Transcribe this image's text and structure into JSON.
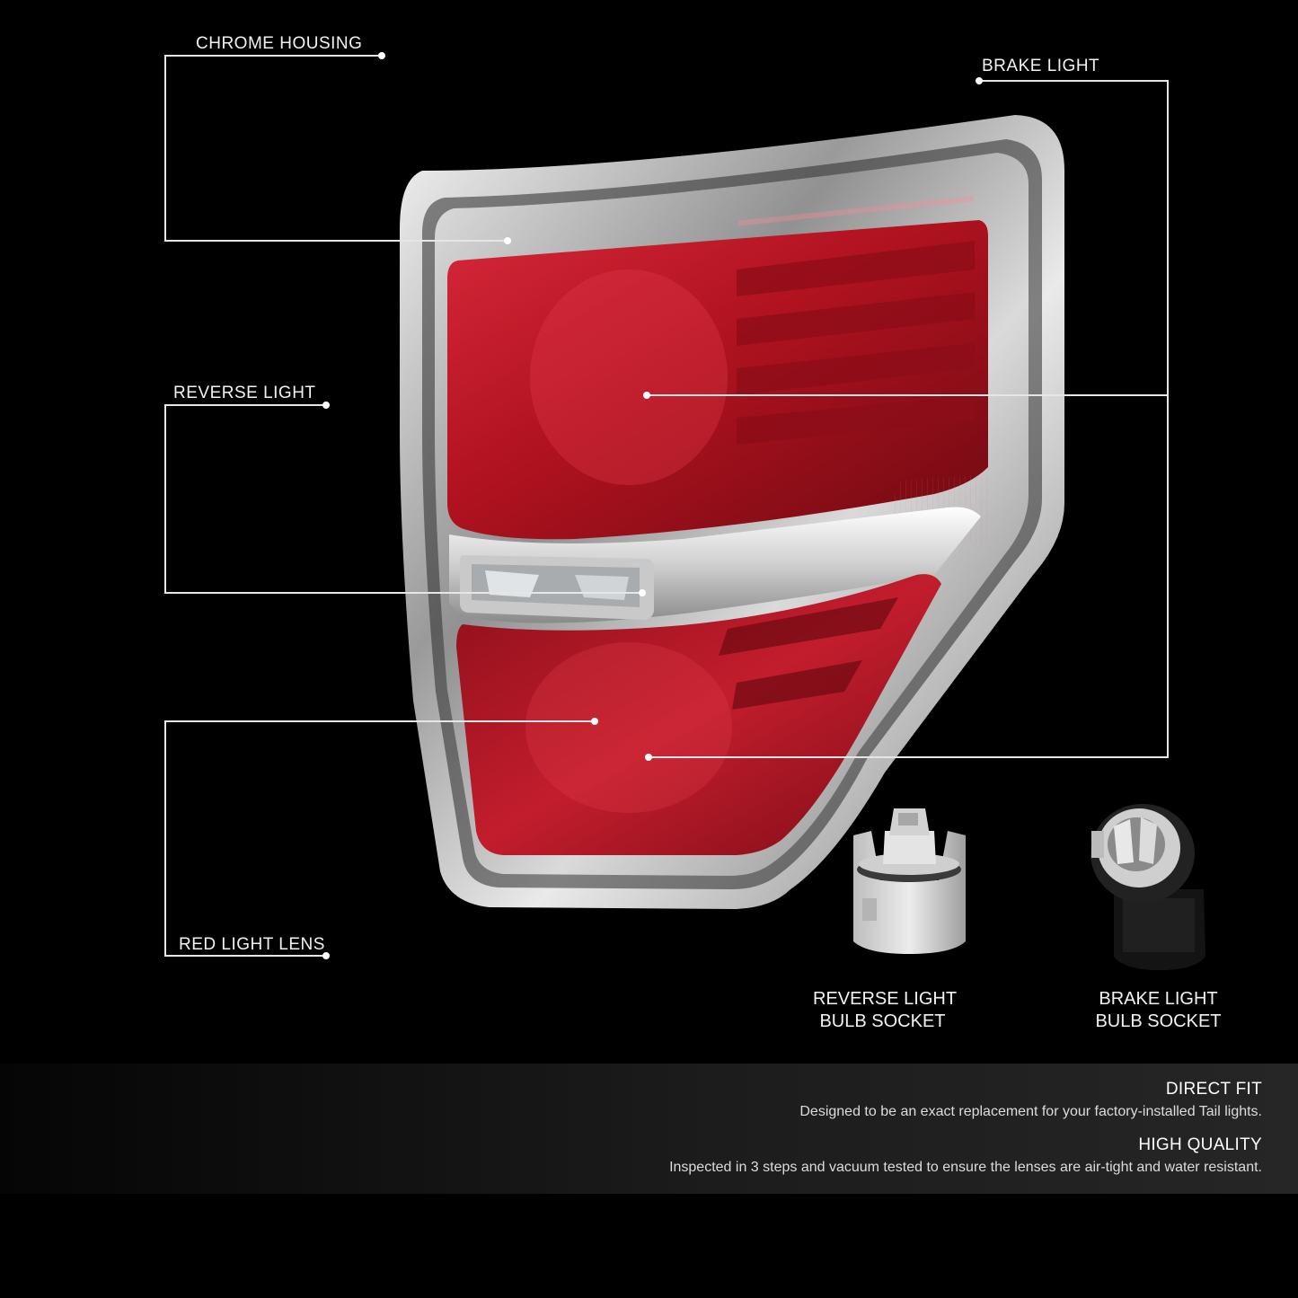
{
  "callouts": {
    "chrome_housing": "CHROME HOUSING",
    "brake_light": "BRAKE LIGHT",
    "reverse_light": "REVERSE LIGHT",
    "red_light_lens": "RED LIGHT LENS"
  },
  "sockets": {
    "reverse": {
      "line1": "REVERSE LIGHT",
      "line2": "BULB SOCKET"
    },
    "brake": {
      "line1": "BRAKE LIGHT",
      "line2": "BULB SOCKET"
    }
  },
  "features": [
    {
      "title": "DIRECT FIT",
      "description": "Designed to be an exact replacement for your factory-installed Tail lights."
    },
    {
      "title": "HIGH QUALITY",
      "description": "Inspected in 3 steps and vacuum tested to ensure the lenses are air-tight and water resistant."
    }
  ],
  "colors": {
    "lens_red": "#b0121f",
    "chrome": "#d8d8d8",
    "background": "#000000"
  }
}
